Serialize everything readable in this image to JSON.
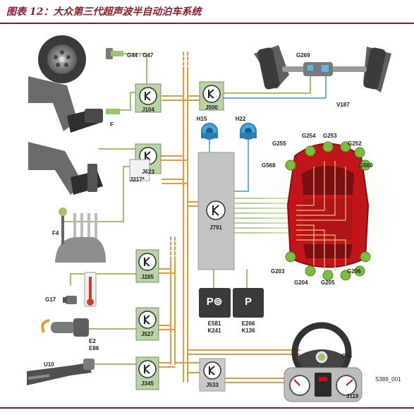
{
  "figure": {
    "title": "图表 12：大众第三代超声波半自动泊车系统",
    "colors": {
      "brand": "#8b1f2a",
      "wire_orange": "#e69a3c",
      "wire_green": "#9cc46a",
      "wire_blue": "#66b4e0",
      "module_green": "#b8d3a6",
      "module_gray": "#c4c4c4",
      "car_red": "#c0151a",
      "sensor_green": "#7cbc3e"
    },
    "modules": [
      "J104",
      "J500",
      "J623",
      "J217*",
      "J791",
      "J285",
      "J527",
      "J345",
      "J533",
      "J119"
    ],
    "components": [
      "G44 - G47",
      "G269",
      "V187",
      "F",
      "F4",
      "G17",
      "E2",
      "E86",
      "U10",
      "H15",
      "H22",
      "E581",
      "K241",
      "E266",
      "K136",
      "G85"
    ],
    "sensors": {
      "front": [
        "G255",
        "G254",
        "G253",
        "G252"
      ],
      "side": [
        "G568",
        "G569"
      ],
      "rear": [
        "G203",
        "G204",
        "G205",
        "G206"
      ]
    },
    "buttons": [
      {
        "glyph": "P⊚",
        "id": "E581",
        "lamp": "K241"
      },
      {
        "glyph": "P",
        "id": "E266",
        "lamp": "K136"
      }
    ],
    "image_id": "S389_001"
  }
}
